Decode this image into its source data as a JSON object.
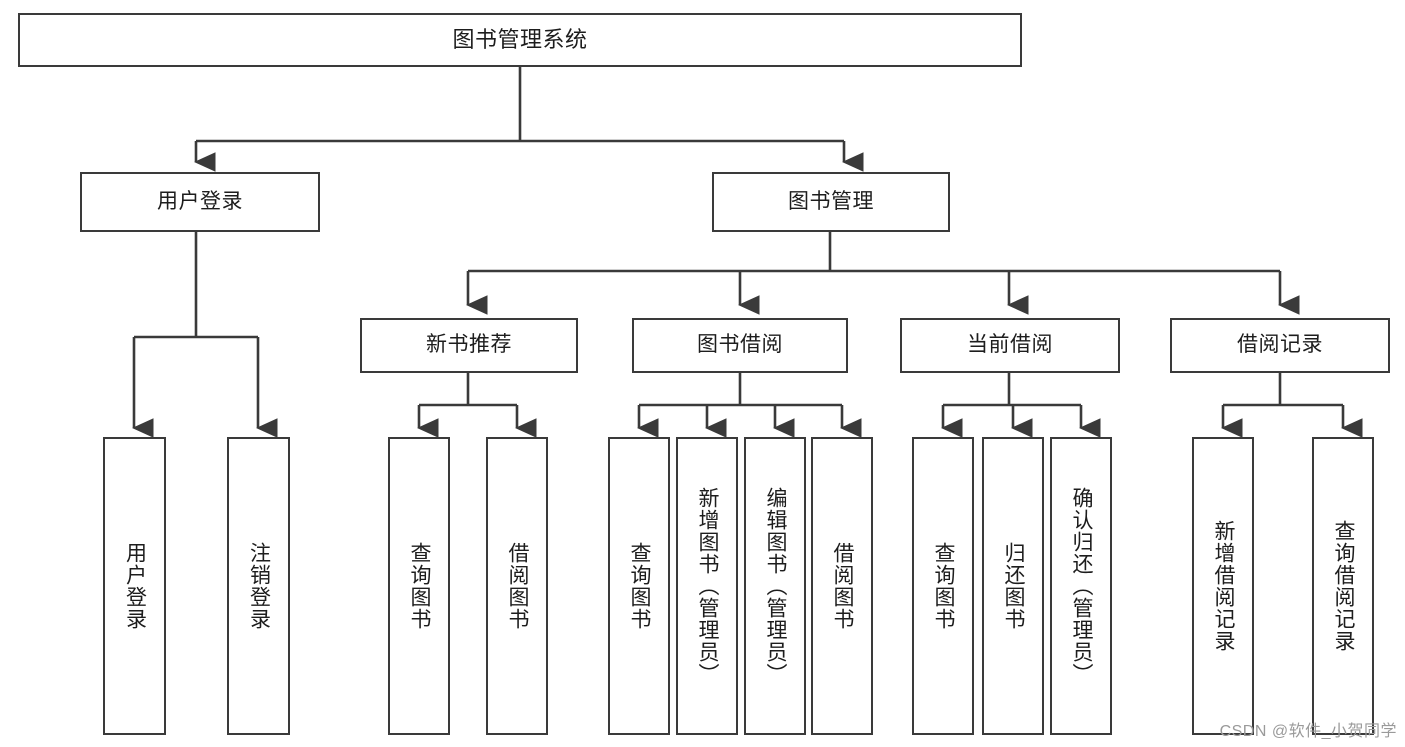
{
  "diagram": {
    "title": "图书管理系统",
    "type": "tree-hierarchy-diagram",
    "colors": {
      "box_border": "#3a3a3a",
      "box_fill": "#ffffff",
      "connector": "#3a3a3a",
      "text": "#1d1d1d",
      "watermark": "#9a9a9a"
    },
    "root": {
      "label": "图书管理系统"
    },
    "level2": [
      {
        "label": "用户登录"
      },
      {
        "label": "图书管理"
      }
    ],
    "level3": [
      {
        "label": "新书推荐"
      },
      {
        "label": "图书借阅"
      },
      {
        "label": "当前借阅"
      },
      {
        "label": "借阅记录"
      }
    ],
    "leaves": {
      "user_login": [
        {
          "label": "用户登录"
        },
        {
          "label": "注销登录"
        }
      ],
      "new_book_recommend": [
        {
          "label": "查询图书"
        },
        {
          "label": "借阅图书"
        }
      ],
      "book_borrow": [
        {
          "label": "查询图书"
        },
        {
          "label": "新增图书（管理员）"
        },
        {
          "label": "编辑图书（管理员）"
        },
        {
          "label": "借阅图书"
        }
      ],
      "current_borrow": [
        {
          "label": "查询图书"
        },
        {
          "label": "归还图书"
        },
        {
          "label": "确认归还（管理员）"
        }
      ],
      "borrow_record": [
        {
          "label": "新增借阅记录"
        },
        {
          "label": "查询借阅记录"
        }
      ]
    }
  },
  "watermark": {
    "text": "CSDN @软件_小贺同学"
  }
}
